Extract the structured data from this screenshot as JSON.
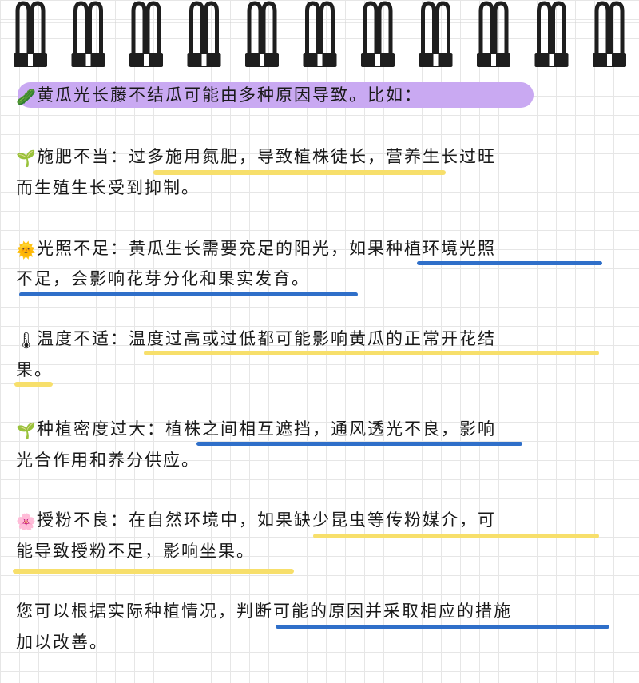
{
  "title": "黄瓜光长藤不结瓜可能由多种原因导致。比如：",
  "icons": {
    "title": "cucumber-icon",
    "fertilizer": "sprout-icon",
    "light": "sun-icon",
    "temperature": "thermometer-icon",
    "density": "sprout-icon",
    "pollination": "flower-icon"
  },
  "colors": {
    "title_pill": "#c9a9f2",
    "highlight_yellow": "#f7df6b",
    "underline_blue": "#2f6fc9",
    "binding_ring": "#1e1e1e"
  },
  "items": {
    "fertilizer": {
      "head": "施肥不当：",
      "l1a": "过多施用氮肥，导致植株徒长，",
      "l1b": "营养生长过旺",
      "l2": "而生殖生长受到抑制。"
    },
    "light": {
      "head": "光照不足：",
      "l1a": "黄瓜生长需要充足的阳光，",
      "l1b": "如果种植环境光照",
      "l2": "不足，会影响花芽分化和果实发育。"
    },
    "temperature": {
      "head": "温度不适：",
      "l1": "温度过高或过低都可能影响黄瓜的正常开花结",
      "l2": "果。"
    },
    "density": {
      "head": "种植密度过大：",
      "l1a": "植株之间相互遮挡，通风透光不良，",
      "l1b": "影响",
      "l2": "光合作用和养分供应。"
    },
    "pollination": {
      "head": "授粉不良：",
      "l1a": "在自然环境中，",
      "l1b": "如果缺少昆虫等传粉媒介，可",
      "l2": "能导致授粉不足，影响坐果。"
    }
  },
  "conclusion": {
    "l1a": "您可以根据实际种植情况，",
    "l1b": "判断可能的原因并采取相应的措施",
    "l2": "加以改善。"
  }
}
